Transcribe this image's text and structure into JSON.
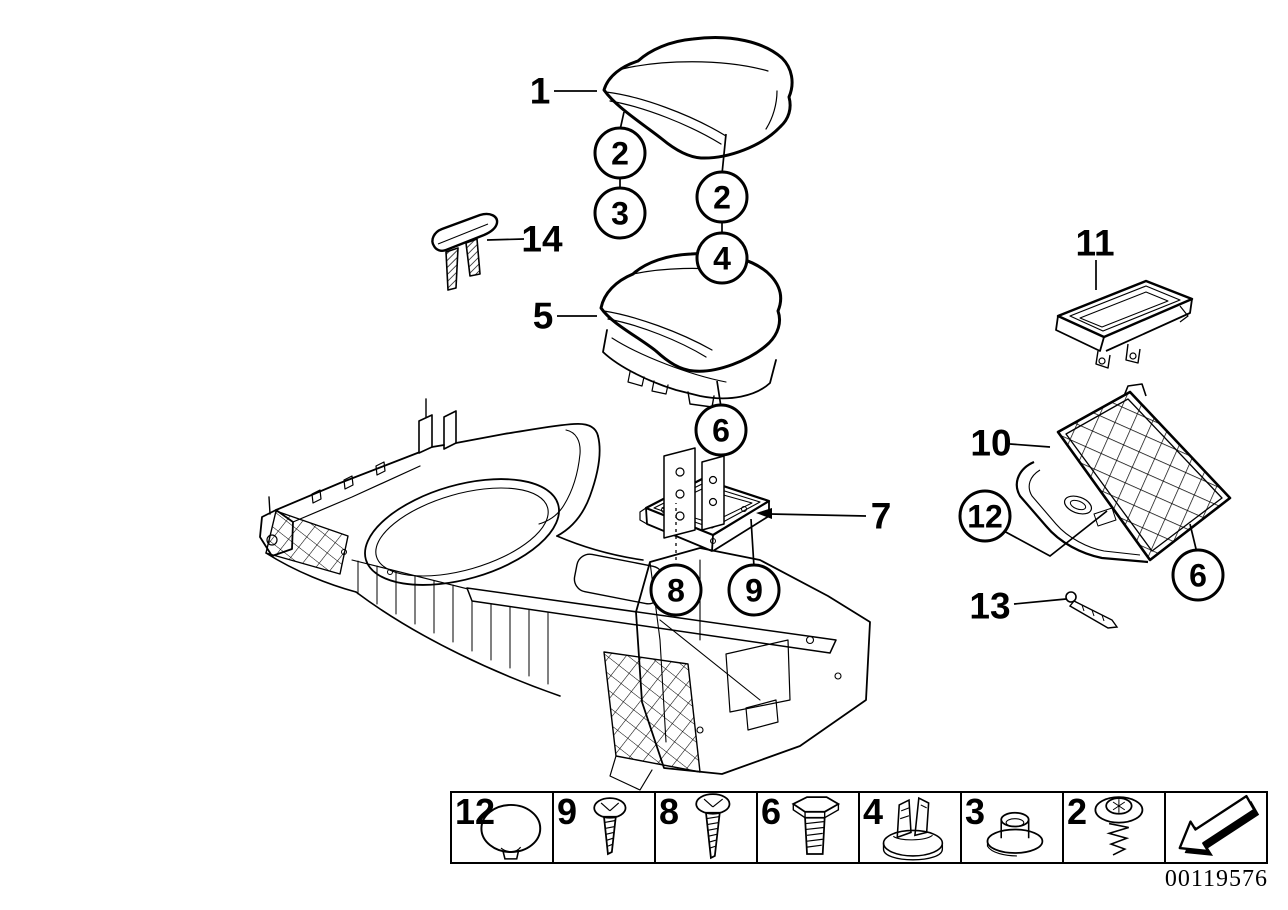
{
  "figure": {
    "doc_number": "00119576"
  },
  "callouts": {
    "item1": {
      "label": "1",
      "style": "plain"
    },
    "item2a": {
      "label": "2",
      "style": "circled"
    },
    "item3": {
      "label": "3",
      "style": "circled"
    },
    "item2b": {
      "label": "2",
      "style": "circled"
    },
    "item4": {
      "label": "4",
      "style": "circled"
    },
    "item5": {
      "label": "5",
      "style": "plain"
    },
    "item6a": {
      "label": "6",
      "style": "circled"
    },
    "item6b": {
      "label": "6",
      "style": "circled"
    },
    "item7": {
      "label": "7",
      "style": "plain"
    },
    "item8": {
      "label": "8",
      "style": "circled"
    },
    "item9": {
      "label": "9",
      "style": "circled"
    },
    "item10": {
      "label": "10",
      "style": "plain"
    },
    "item11": {
      "label": "11",
      "style": "plain"
    },
    "item12": {
      "label": "12",
      "style": "circled"
    },
    "item13": {
      "label": "13",
      "style": "plain"
    },
    "item14": {
      "label": "14",
      "style": "plain"
    }
  },
  "legend": {
    "cells": [
      {
        "number": "12",
        "icon": "cover-cap-icon"
      },
      {
        "number": "9",
        "icon": "oval-head-screw-icon"
      },
      {
        "number": "8",
        "icon": "oval-head-screw-long-icon"
      },
      {
        "number": "6",
        "icon": "hex-bolt-icon"
      },
      {
        "number": "4",
        "icon": "expanding-clip-icon"
      },
      {
        "number": "3",
        "icon": "grommet-icon"
      },
      {
        "number": "2",
        "icon": "washer-screw-icon"
      }
    ],
    "nav_arrow": "back-arrow-icon"
  }
}
